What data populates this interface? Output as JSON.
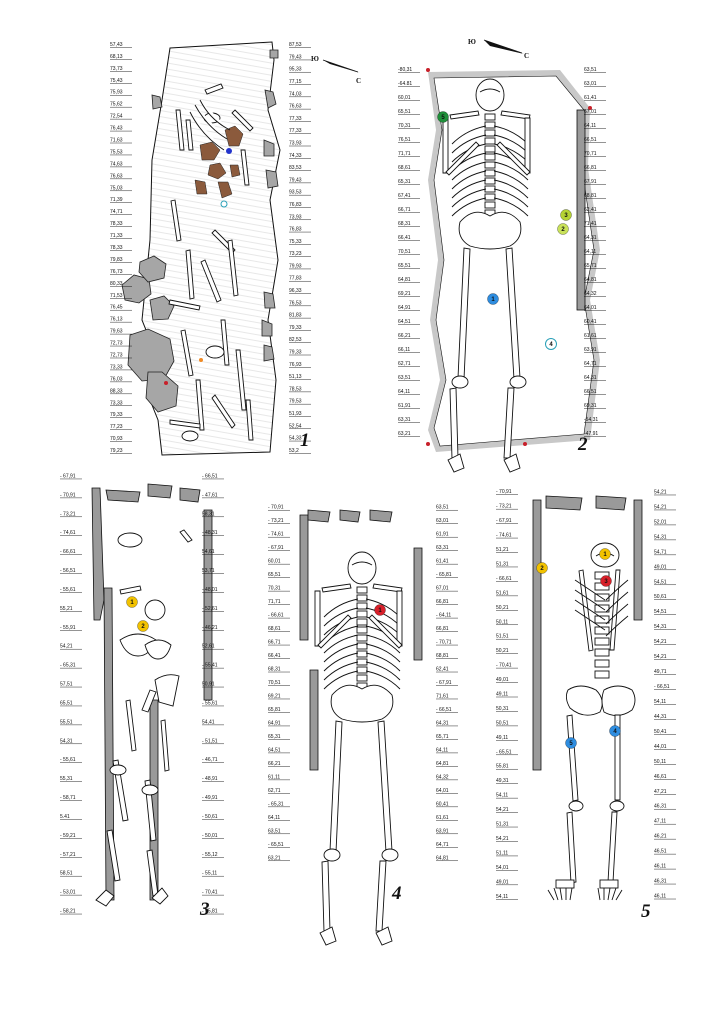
{
  "compass": {
    "label_left": "Ю",
    "label_right": "С"
  },
  "panels": [
    {
      "id": 1,
      "number": "1",
      "labels": [
        "57,43",
        "68,13",
        "73,73",
        "75,43",
        "75,93",
        "75,62",
        "72,54",
        "76,43",
        "71,63",
        "75,53",
        "74,63",
        "76,63",
        "75,03",
        "71,39",
        "74,71",
        "78,33",
        "71,33",
        "78,33",
        "79,83",
        "76,73",
        "80,33",
        "71,53",
        "76,45",
        "76,13",
        "79,63",
        "72,73",
        "72,73",
        "73,33",
        "76,03",
        "88,33",
        "73,33",
        "79,33",
        "77,23",
        "70,93",
        "79,23",
        "87,53",
        "79,43",
        "95,33",
        "77,15",
        "74,03",
        "76,63",
        "77,33",
        "77,33",
        "73,93",
        "74,33",
        "83,53",
        "79,43",
        "93,53",
        "76,83",
        "73,93",
        "76,83",
        "75,33",
        "73,23",
        "79,93",
        "77,83",
        "96,33",
        "76,53",
        "81,83",
        "79,33",
        "82,53",
        "79,33",
        "76,93",
        "51,13",
        "78,53",
        "79,53",
        "51,93",
        "52,54",
        "54,33",
        "53,2"
      ]
    },
    {
      "id": 2,
      "number": "2",
      "labels": [
        "-80,31",
        "-64.81",
        "60,01",
        "65,51",
        "70,31",
        "76,51",
        "71,71",
        "68,61",
        "65,31",
        "67,41",
        "66,71",
        "68,31",
        "66,41",
        "70,51",
        "65,51",
        "64,81",
        "69,21",
        "64,91",
        "64,51",
        "66,21",
        "66,11",
        "62,71",
        "63,51",
        "64,11",
        "61,91",
        "63,31",
        "63,21",
        "63,51",
        "63,01",
        "61,41",
        "67,01",
        "64,11",
        "66,51",
        "70,71",
        "66,81",
        "67,91",
        "68,81",
        "62,41",
        "71,41",
        "64,31",
        "64,11",
        "65,71",
        "64,81",
        "64,32",
        "64,01",
        "60,41",
        "61,61",
        "63,91",
        "64,71",
        "64,31",
        "66,51",
        "69,31",
        "-54,31",
        "-47,91"
      ],
      "markers": [
        {
          "n": "5",
          "color": "#1f8f3a"
        },
        {
          "n": "1",
          "color": "#2e8de0"
        },
        {
          "n": "3",
          "color": "#b5d334"
        },
        {
          "n": "2",
          "color": "#c9e25a"
        },
        {
          "n": "4",
          "color": "#ffffff"
        }
      ]
    },
    {
      "id": 3,
      "number": "3",
      "labels": [
        "- 67,91",
        "- 70,91",
        "- 73,21",
        "- 74,61",
        "- 66,61",
        "- 56,51",
        "- 55,61",
        "55,21",
        "- 55,91",
        "54,21",
        "- 65,31",
        "57,51",
        "65,51",
        "55,51",
        "54,31",
        "- 55,61",
        "55,31",
        "- 58,71",
        "5.41",
        "- 59,21",
        "- 57,21",
        "58,51",
        "- 53,01",
        "- 58,21",
        "- 66,51",
        "- 47,61",
        "58,31",
        "- 48,31",
        "54,61",
        "53,71",
        "- 48,01",
        "- 52,61",
        "- 46,21",
        "52,61",
        "- 55,41",
        "50,91",
        "- 55,61",
        "54,41",
        "- 51,51",
        "- 46,71",
        "- 48,91",
        "- 49,91",
        "- 50,61",
        "- 50,01",
        "- 55,12",
        "- 55,11",
        "- 70,41",
        "- 55,81"
      ],
      "markers": [
        {
          "n": "1",
          "color": "#f2c200"
        },
        {
          "n": "2",
          "color": "#f2c200"
        }
      ]
    },
    {
      "id": 4,
      "number": "4",
      "labels": [
        "- 70,91",
        "- 73,21",
        "- 74,61",
        "- 67,91",
        "60,01",
        "65,51",
        "70,31",
        "71,71",
        "- 66,61",
        "68,61",
        "66,71",
        "66,41",
        "68,31",
        "70,51",
        "69,21",
        "65,81",
        "64,91",
        "65,31",
        "64,51",
        "66,21",
        "61,11",
        "62,71",
        "- 65,31",
        "64,11",
        "63,51",
        "- 65,51",
        "63,21",
        "63,51",
        "63,01",
        "61,91",
        "63,31",
        "61,41",
        "- 65,81",
        "67,01",
        "66,81",
        "- 64,11",
        "66,81",
        "- 70,71",
        "68,81",
        "62,41",
        "- 67,91",
        "71,61",
        "- 66,51",
        "64,31",
        "65,71",
        "64,11",
        "64,81",
        "64,32",
        "64,01",
        "60,41",
        "61,61",
        "63,91",
        "64,71",
        "64,81"
      ],
      "markers": [
        {
          "n": "1",
          "color": "#d8202a"
        }
      ]
    },
    {
      "id": 5,
      "number": "5",
      "labels": [
        "- 70,91",
        "- 73,21",
        "- 67,91",
        "- 74,61",
        "51,21",
        "51,31",
        "- 66,61",
        "51,61",
        "50,21",
        "50,11",
        "51,51",
        "50,21",
        "- 70,41",
        "49,01",
        "49,11",
        "50,31",
        "50,51",
        "49,11",
        "- 65,51",
        "55,81",
        "49,31",
        "54,11",
        "54,21",
        "51,31",
        "54,21",
        "51,11",
        "54,01",
        "49,01",
        "54,11",
        "54,21",
        "54,21",
        "52,01",
        "54,31",
        "54,71",
        "49,01",
        "54,51",
        "50,61",
        "54,51",
        "54,31",
        "54,21",
        "54,21",
        "49,71",
        "- 66,51",
        "54,11",
        "44,31",
        "50,41",
        "44,01",
        "50,11",
        "46,61",
        "47,21",
        "46,31",
        "47,11",
        "46,21",
        "46,51",
        "46,11",
        "46,31",
        "46,11"
      ],
      "markers": [
        {
          "n": "1",
          "color": "#f2c200"
        },
        {
          "n": "2",
          "color": "#f2c200"
        },
        {
          "n": "3",
          "color": "#d8202a"
        },
        {
          "n": "4",
          "color": "#2e8de0"
        },
        {
          "n": "5",
          "color": "#2e8de0"
        }
      ]
    }
  ]
}
